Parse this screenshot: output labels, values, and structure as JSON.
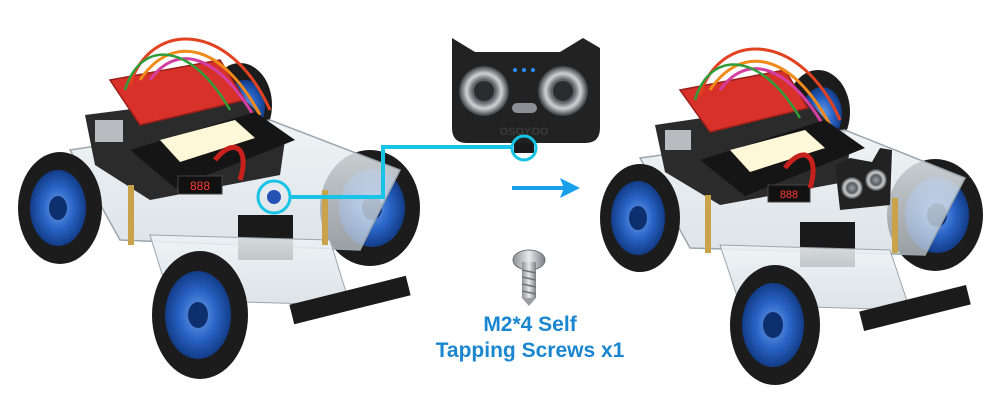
{
  "colors": {
    "accent": "#1a86d0",
    "callout_line": "#17c3e6",
    "arrow": "#1aa0e8",
    "wheel_rim": "#1f63c8",
    "tire": "#1c1c1c",
    "pcb_red": "#d8312a",
    "sensor_body": "#222222"
  },
  "caption": {
    "line1": "M2*4 Self",
    "line2": "Tapping Screws x1"
  },
  "sensor": {
    "emboss_text": "OSOYOO"
  },
  "icons": [
    "right-arrow-icon",
    "screw-icon",
    "ultrasonic-sensor-icon"
  ]
}
